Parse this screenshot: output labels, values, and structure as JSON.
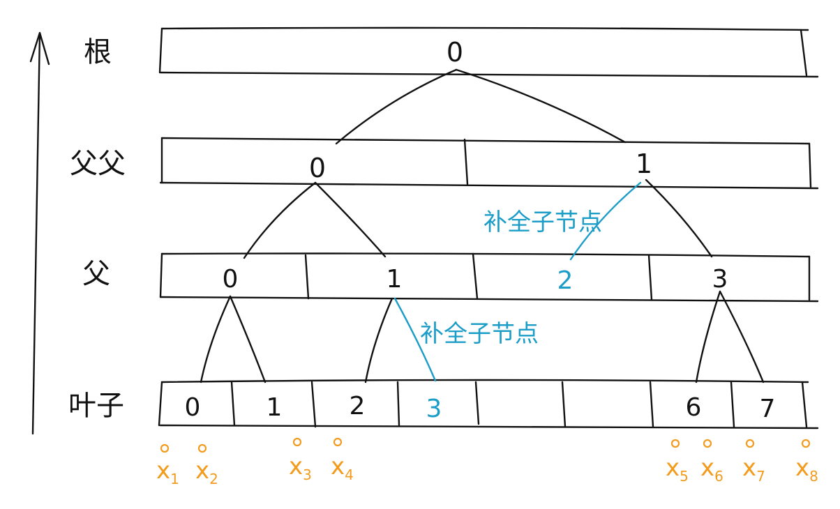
{
  "levels": {
    "root": "根",
    "grandparent": "父父",
    "parent": "父",
    "leaf": "叶子"
  },
  "root_nodes": [
    "0"
  ],
  "grandparent_nodes": [
    "0",
    "1"
  ],
  "parent_nodes": [
    "0",
    "1",
    "2",
    "3"
  ],
  "leaf_nodes": [
    "0",
    "1",
    "2",
    "3",
    "",
    "",
    "6",
    "7"
  ],
  "notes": {
    "complete_node_1": "补全子节点",
    "complete_node_2": "补全子节点"
  },
  "x_labels": [
    {
      "base": "x",
      "sub": "1"
    },
    {
      "base": "x",
      "sub": "2"
    },
    {
      "base": "x",
      "sub": "3"
    },
    {
      "base": "x",
      "sub": "4"
    },
    {
      "base": "x",
      "sub": "5"
    },
    {
      "base": "x",
      "sub": "6"
    },
    {
      "base": "x",
      "sub": "7"
    },
    {
      "base": "x",
      "sub": "8"
    }
  ],
  "colors": {
    "ink": "#111111",
    "completion": "#1c9dc7",
    "points": "#f29b1d"
  }
}
